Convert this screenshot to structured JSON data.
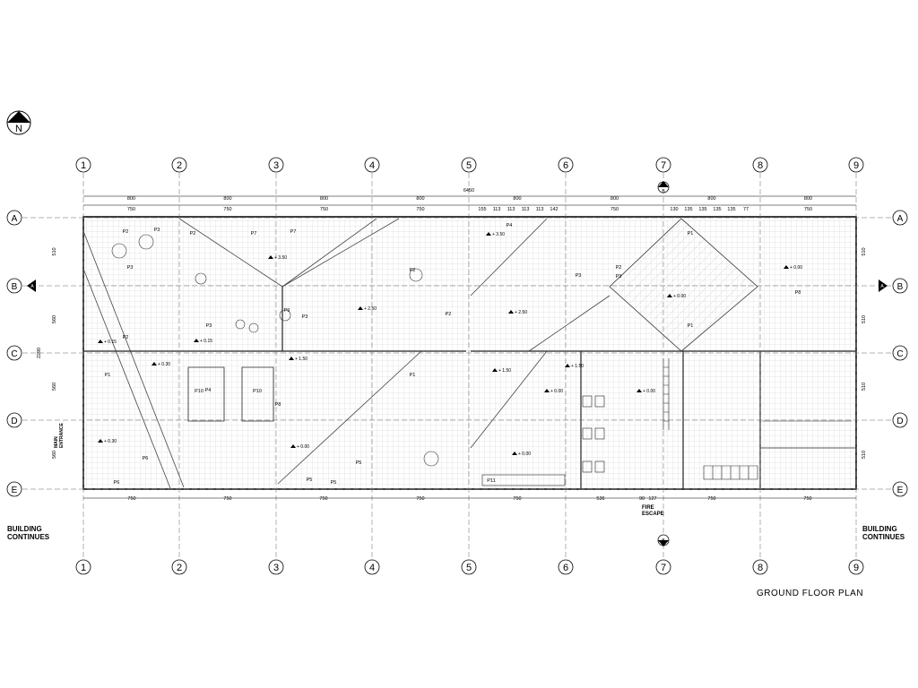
{
  "north": {
    "label": "N"
  },
  "grid": {
    "columns": [
      "1",
      "2",
      "3",
      "4",
      "5",
      "6",
      "7",
      "8",
      "9"
    ],
    "rows": [
      "A",
      "B",
      "C",
      "D",
      "E"
    ]
  },
  "dimensions": {
    "overall": "6450",
    "top_bays": [
      "800",
      "800",
      "800",
      "800",
      "800",
      "800",
      "800",
      "800"
    ],
    "top_sub": [
      "750",
      "750",
      "750",
      "750",
      "750",
      "750",
      "750",
      "750"
    ],
    "col5_sub": [
      "155",
      "113",
      "113",
      "113",
      "113",
      "142"
    ],
    "col7_sub": [
      "130",
      "135",
      "135",
      "135",
      "135",
      "77"
    ],
    "bottom_sub": [
      "750",
      "750",
      "750",
      "750",
      "750",
      "536",
      "90",
      "127",
      "750",
      "750"
    ],
    "left_overall": "2290",
    "left_rows": [
      "510",
      "560",
      "560",
      "560"
    ],
    "right_rows": [
      "510",
      "510",
      "510",
      "510"
    ]
  },
  "section_markers": {
    "b": "B"
  },
  "rooms": [
    "P1",
    "P2",
    "P3",
    "P4",
    "P5",
    "P6",
    "P7",
    "P8",
    "P9",
    "P10",
    "P11"
  ],
  "levels": [
    "+ 0.00",
    "+ 1.50",
    "+ 2.50",
    "+ 3.50",
    "+ 0.15",
    "+ 0.30"
  ],
  "labels": {
    "building_left": "BUILDING\nCONTINUES",
    "building_right": "BUILDING\nCONTINUES",
    "fire_escape": "FIRE\nESCAPE",
    "entrance": "MAIN\nENTRANCE",
    "title": "GROUND FLOOR PLAN"
  }
}
